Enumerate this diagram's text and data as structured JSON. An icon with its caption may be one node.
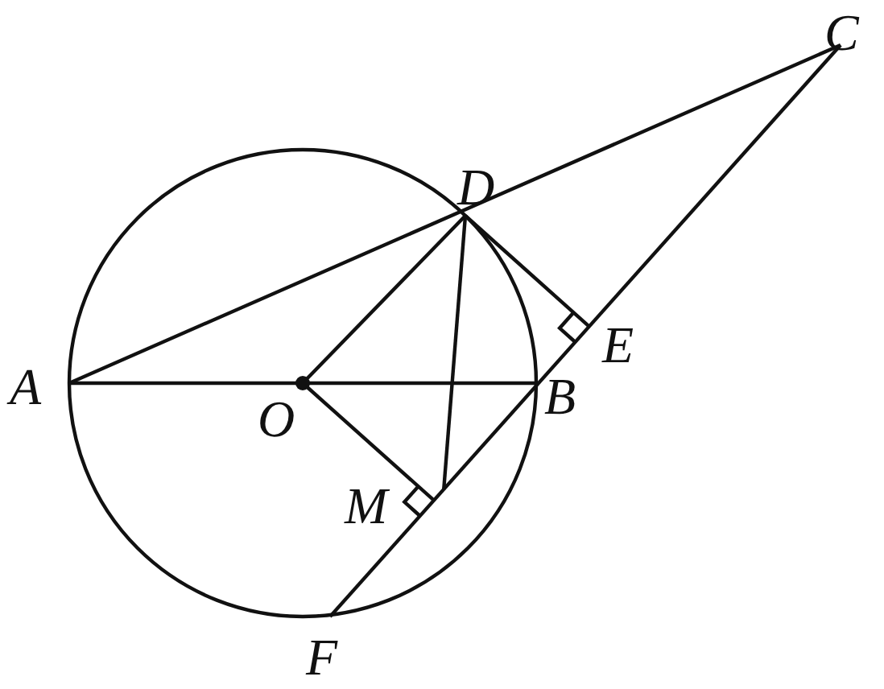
{
  "diagram": {
    "labels": [
      "C",
      "D",
      "A",
      "E",
      "O",
      "B",
      "M",
      "F"
    ]
  }
}
